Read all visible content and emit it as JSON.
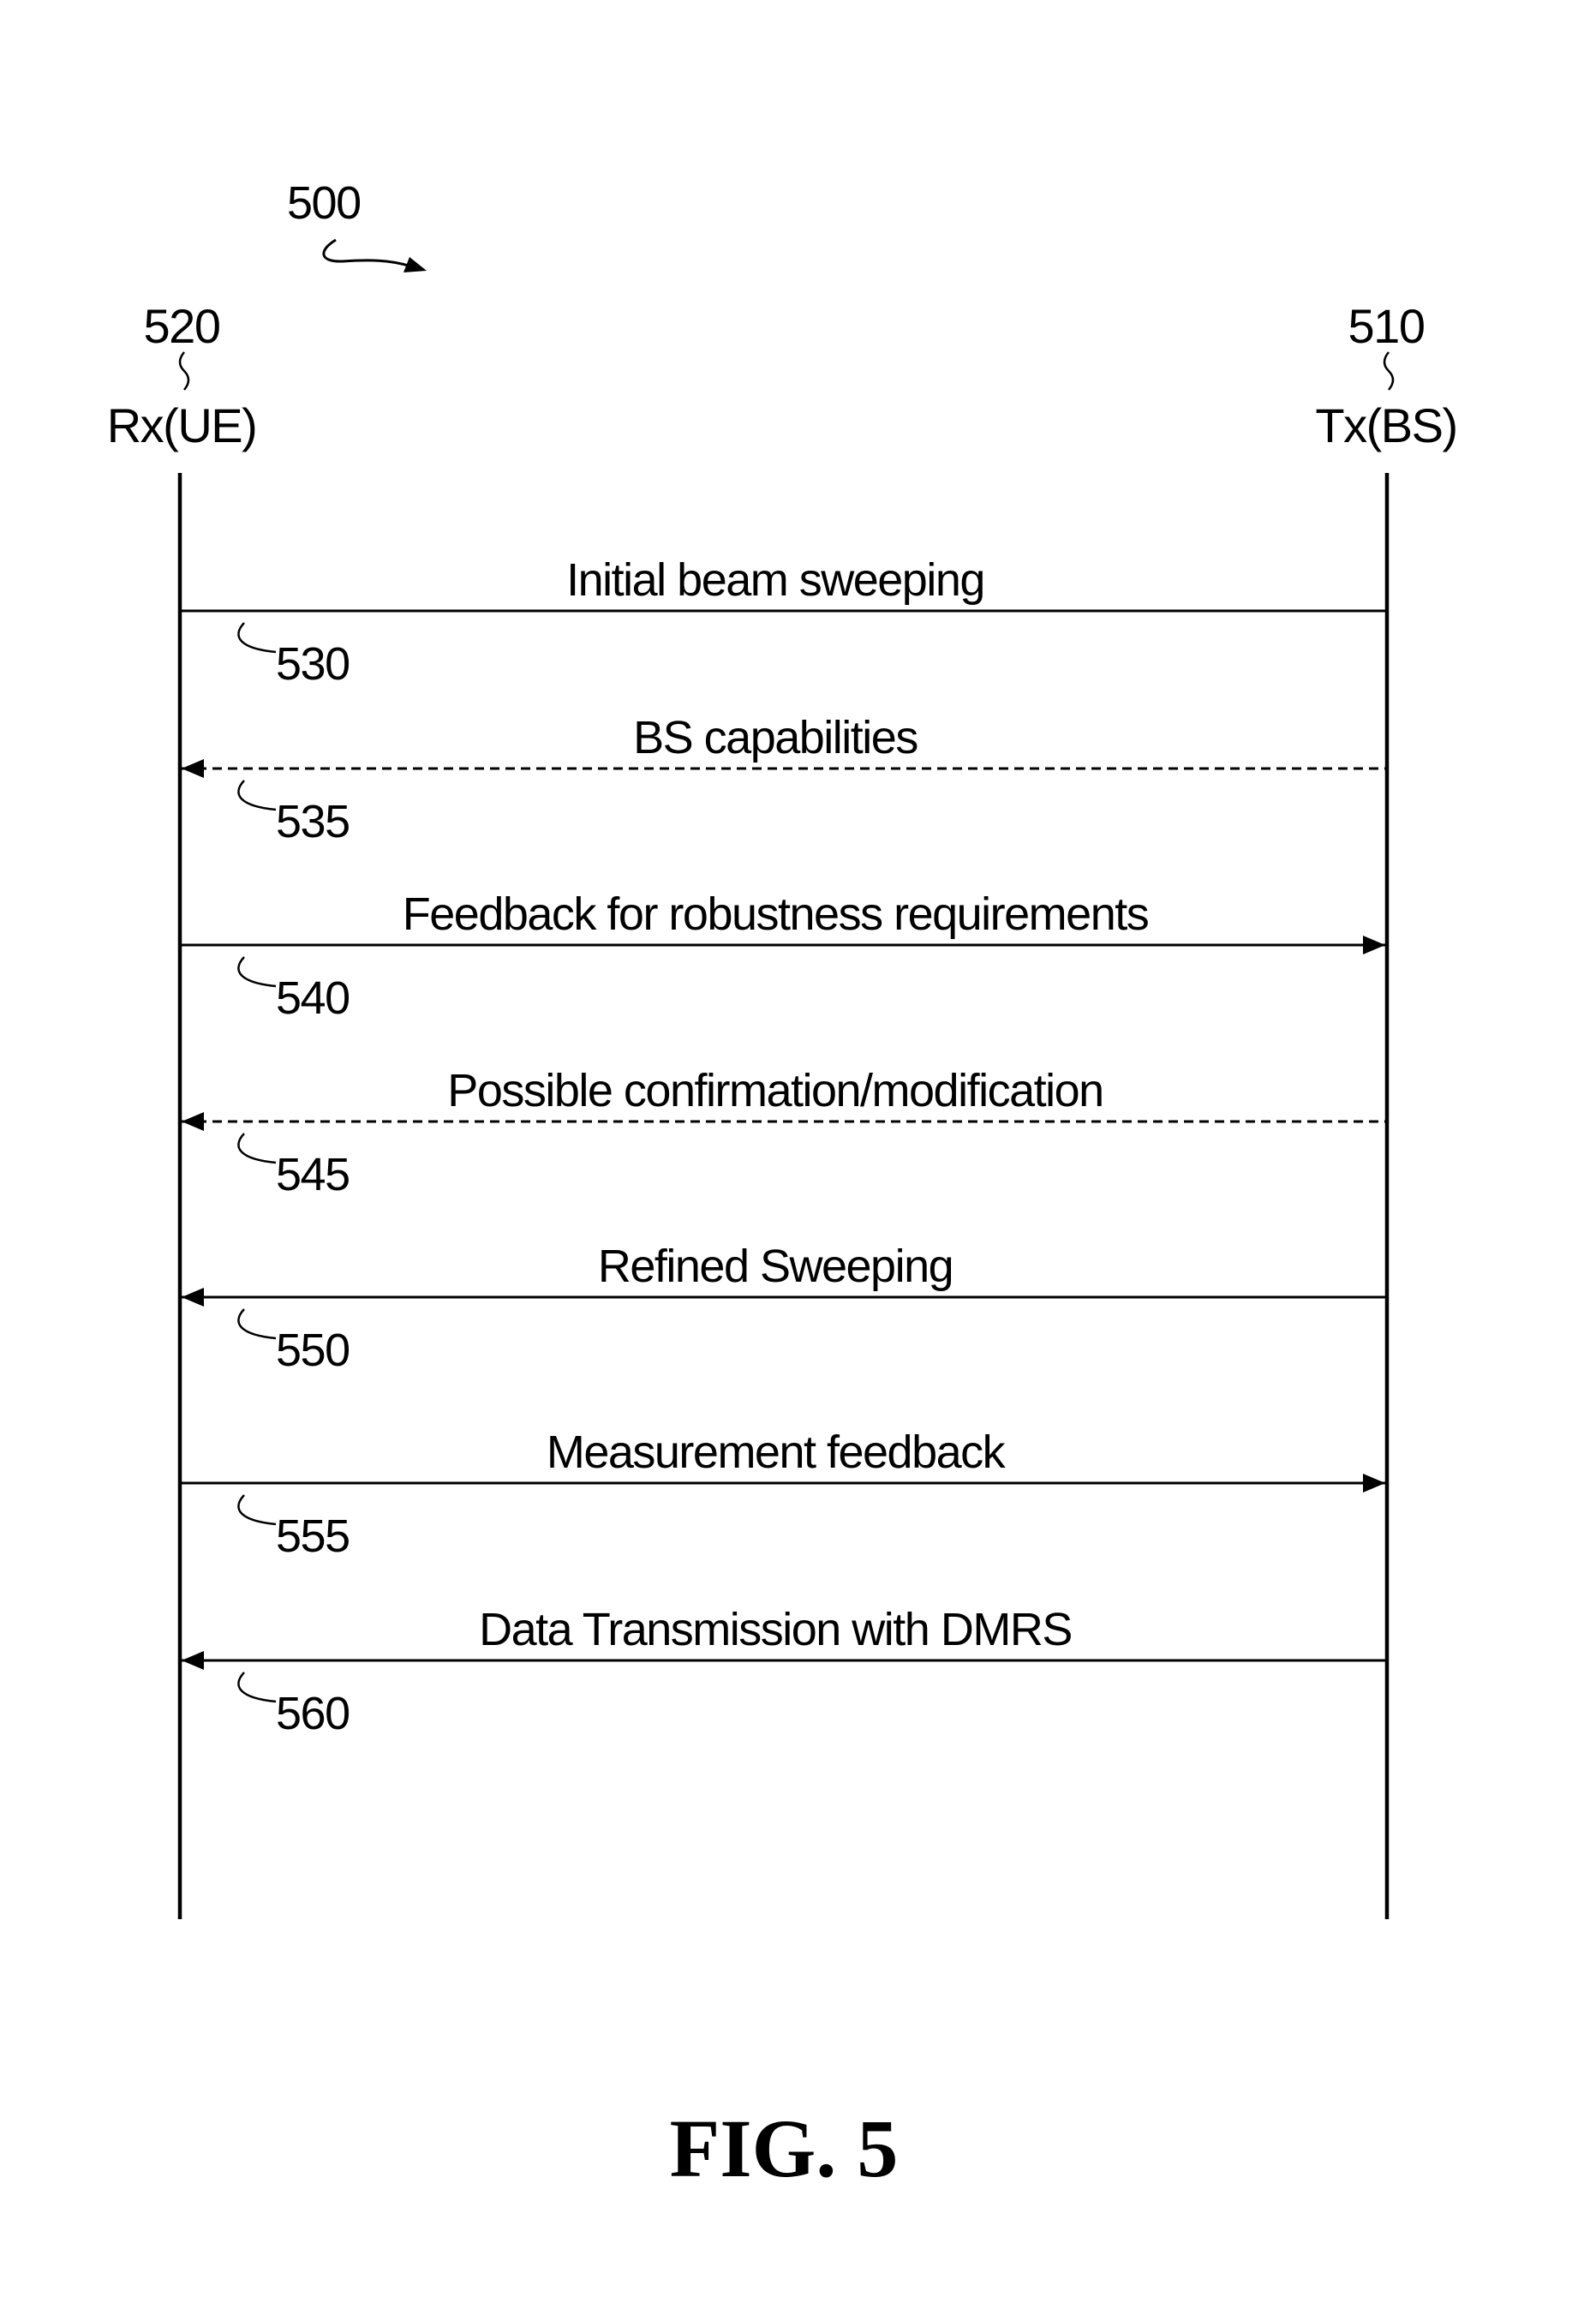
{
  "figure": {
    "number": "500",
    "caption": "FIG. 5"
  },
  "entities": {
    "left": {
      "ref": "520",
      "name": "Rx(UE)"
    },
    "right": {
      "ref": "510",
      "name": "Tx(BS)"
    }
  },
  "messages": [
    {
      "ref": "530",
      "label": "Initial beam sweeping",
      "direction": "none",
      "style": "solid"
    },
    {
      "ref": "535",
      "label": "BS capabilities",
      "direction": "to-left",
      "style": "dashed"
    },
    {
      "ref": "540",
      "label": "Feedback for robustness requirements",
      "direction": "to-right",
      "style": "solid"
    },
    {
      "ref": "545",
      "label": "Possible confirmation/modification",
      "direction": "to-left",
      "style": "dashed"
    },
    {
      "ref": "550",
      "label": "Refined Sweeping",
      "direction": "to-left",
      "style": "solid"
    },
    {
      "ref": "555",
      "label": "Measurement feedback",
      "direction": "to-right",
      "style": "solid"
    },
    {
      "ref": "560",
      "label": "Data Transmission with DMRS",
      "direction": "to-left",
      "style": "solid"
    }
  ]
}
